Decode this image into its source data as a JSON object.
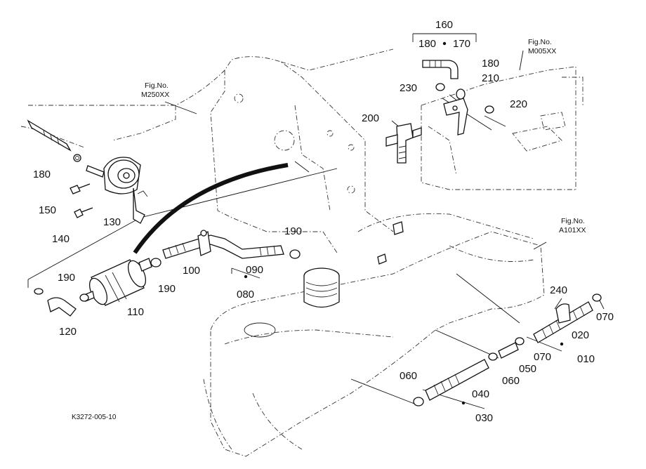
{
  "callouts": {
    "p010": "010",
    "p020": "020",
    "p030": "030",
    "p040": "040",
    "p050": "050",
    "p060a": "060",
    "p060b": "060",
    "p070a": "070",
    "p070b": "070",
    "p080": "080",
    "p090": "090",
    "p100": "100",
    "p110": "110",
    "p120": "120",
    "p130": "130",
    "p140": "140",
    "p150": "150",
    "p160": "160",
    "p170": "170",
    "p180a": "180",
    "p180b": "180",
    "p180c": "180",
    "p190a": "190",
    "p190b": "190",
    "p190c": "190",
    "p200": "200",
    "p210": "210",
    "p220": "220",
    "p230": "230",
    "p240": "240"
  },
  "figure_refs": {
    "m250": {
      "label": "Fig.No.",
      "code": "M250XX"
    },
    "m005": {
      "label": "Fig.No.",
      "code": "M005XX"
    },
    "a101": {
      "label": "Fig.No.",
      "code": "A101XX"
    }
  },
  "drawing_code": "K3272-005-10"
}
